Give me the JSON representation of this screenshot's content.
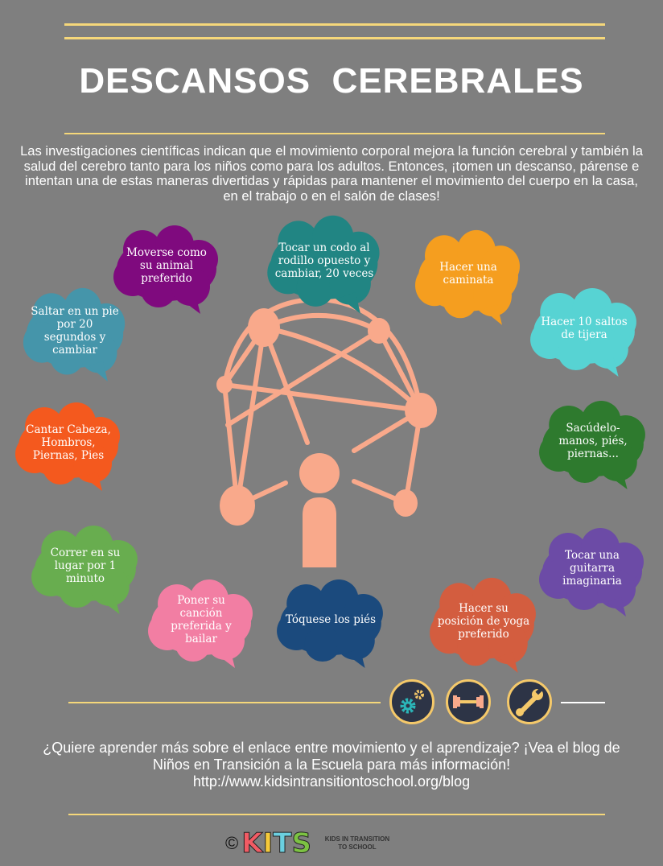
{
  "title": "DESCANSOS  CEREBRALES",
  "intro": "Las investigaciones científicas indican que el movimiento corporal mejora la función cerebral y también la salud del cerebro tanto para los niños como para los adultos. Entonces, ¡tomen un descanso, párense e intentan una de estas maneras divertidas y rápidas para mantener el movimiento del cuerpo en la casa, en el trabajo o en el salón de clases!",
  "bubbles": [
    {
      "text": "Moverse como su animal preferido",
      "color": "#7f0a7e"
    },
    {
      "text": "Tocar un codo al rodillo opuesto y cambiar, 20 veces",
      "color": "#218583"
    },
    {
      "text": "Hacer una caminata",
      "color": "#f59e1f"
    },
    {
      "text": "Saltar en un pie por 20 segundos y cambiar",
      "color": "#4595aa"
    },
    {
      "text": "Hacer 10 saltos de tijera",
      "color": "#57d3d3"
    },
    {
      "text": "Cantar Cabeza, Hombros, Piernas, Pies",
      "color": "#f4591e"
    },
    {
      "text": "Sacúdelo- manos, piés, piernas...",
      "color": "#2e7a2e"
    },
    {
      "text": "Correr en su lugar por 1 minuto",
      "color": "#68ad4f"
    },
    {
      "text": "Poner su canción preferida y bailar",
      "color": "#f27ea3"
    },
    {
      "text": "Tóquese los piés",
      "color": "#1b4a7d"
    },
    {
      "text": "Hacer su posición de yoga preferido",
      "color": "#d35d3f"
    },
    {
      "text": "Tocar una guitarra imaginaria",
      "color": "#6c4ba6"
    }
  ],
  "icons": [
    "gears-icon",
    "dumbbell-icon",
    "wrench-icon"
  ],
  "footer": {
    "line1": "¿Quiere aprender más sobre el enlace entre movimiento y el aprendizaje? ¡Vea el blog de Niños en Transición a la Escuela para más información!",
    "url": "http://www.kidsintransitiontoschool.org/blog"
  },
  "logo": {
    "copyright": "©",
    "letters": [
      "K",
      "I",
      "T",
      "S"
    ],
    "tagline": "KIDS IN TRANSITION TO SCHOOL"
  },
  "colors": {
    "accent_line": "#f5d77a",
    "brain": "#f9a98b",
    "background": "#7f7f7f"
  }
}
